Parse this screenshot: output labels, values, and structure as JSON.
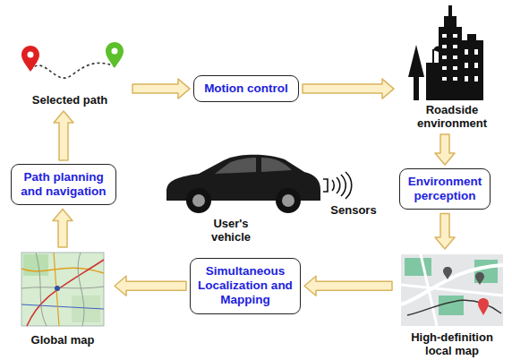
{
  "diagram": {
    "nodes": [
      {
        "text": [
          "Selected path"
        ]
      },
      {
        "text": [
          "Motion control"
        ]
      },
      {
        "text": [
          "Roadside environment"
        ]
      },
      {
        "text": [
          "Environment perception"
        ]
      },
      {
        "text": [
          "High-definition local map"
        ]
      },
      {
        "text": [
          "Simultaneous Localization and Mapping"
        ]
      },
      {
        "text": [
          "Global map"
        ]
      },
      {
        "text": [
          "Path planning and navigation"
        ]
      }
    ],
    "edges": [
      {
        "from": 0,
        "to": 1,
        "arrow": "to"
      },
      {
        "from": 1,
        "to": 2,
        "arrow": "to"
      },
      {
        "from": 2,
        "to": 3,
        "arrow": "to"
      },
      {
        "from": 3,
        "to": 4,
        "arrow": "to"
      },
      {
        "from": 4,
        "to": 5,
        "arrow": "to"
      },
      {
        "from": 5,
        "to": 6,
        "arrow": "to"
      },
      {
        "from": 6,
        "to": 7,
        "arrow": "to"
      },
      {
        "from": 7,
        "to": 0,
        "arrow": "to"
      }
    ],
    "labels": [
      "User's vehicle",
      "Sensors"
    ]
  }
}
